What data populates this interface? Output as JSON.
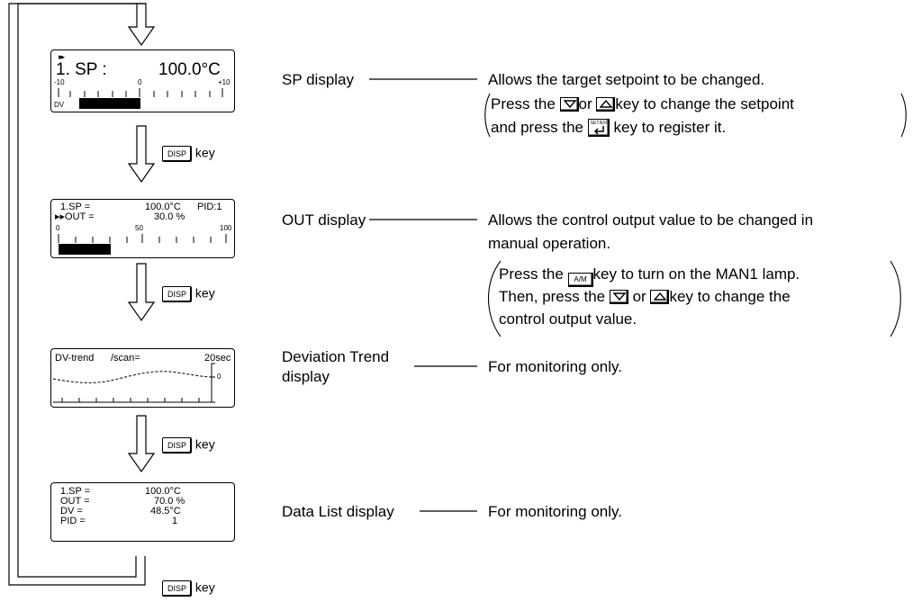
{
  "screens": {
    "sp": {
      "marker": "▸▸",
      "line1": "1. SP :",
      "value": "100.0°C",
      "scale_min": "-10",
      "scale_mid": "0",
      "scale_max": "+10",
      "dv_label": "DV"
    },
    "out": {
      "row1_label": "1.SP =",
      "row1_value": "100.0°C",
      "row1_pid": "PID:1",
      "row2_label": "▸▸OUT =",
      "row2_value": "30.0 %",
      "scale_min": "0",
      "scale_mid": "50",
      "scale_max": "100"
    },
    "trend": {
      "title": "DV-trend",
      "scan": "/scan=",
      "interval": "20sec",
      "zero": "0"
    },
    "datalist": {
      "rows": [
        {
          "label": "1.SP =",
          "value": "100.0°C"
        },
        {
          "label": "OUT =",
          "value": "70.0 %"
        },
        {
          "label": "DV =",
          "value": "48.5°C"
        },
        {
          "label": "PID =",
          "value": "1"
        }
      ]
    }
  },
  "display_labels": {
    "sp": "SP display",
    "out": "OUT display",
    "trend_line1": "Deviation Trend",
    "trend_line2": "display",
    "datalist": "Data List display"
  },
  "descriptions": {
    "sp_main": "Allows the target setpoint to be changed.",
    "sp_note1_a": "Press the",
    "sp_note1_b": "or",
    "sp_note1_c": "key to change the setpoint",
    "sp_note2_a": "and press the",
    "sp_note2_b": "key to register it.",
    "out_main1": "Allows the control output value to be changed in",
    "out_main2": "manual operation.",
    "out_note1_a": "Press the",
    "out_note1_b": "key to turn on the MAN1 lamp.",
    "out_note2_a": "Then, press the",
    "out_note2_b": "or",
    "out_note2_c": "key to change the",
    "out_note3": "control output value.",
    "trend": "For monitoring only.",
    "datalist": "For monitoring only."
  },
  "keys": {
    "disp_label": "DISP",
    "key_word": "key",
    "am_label": "A/M",
    "setent_label": "SET/ENT",
    "down_icon": "down-triangle-icon",
    "up_icon": "up-triangle-icon",
    "enter_icon": "enter-arrow-icon"
  }
}
